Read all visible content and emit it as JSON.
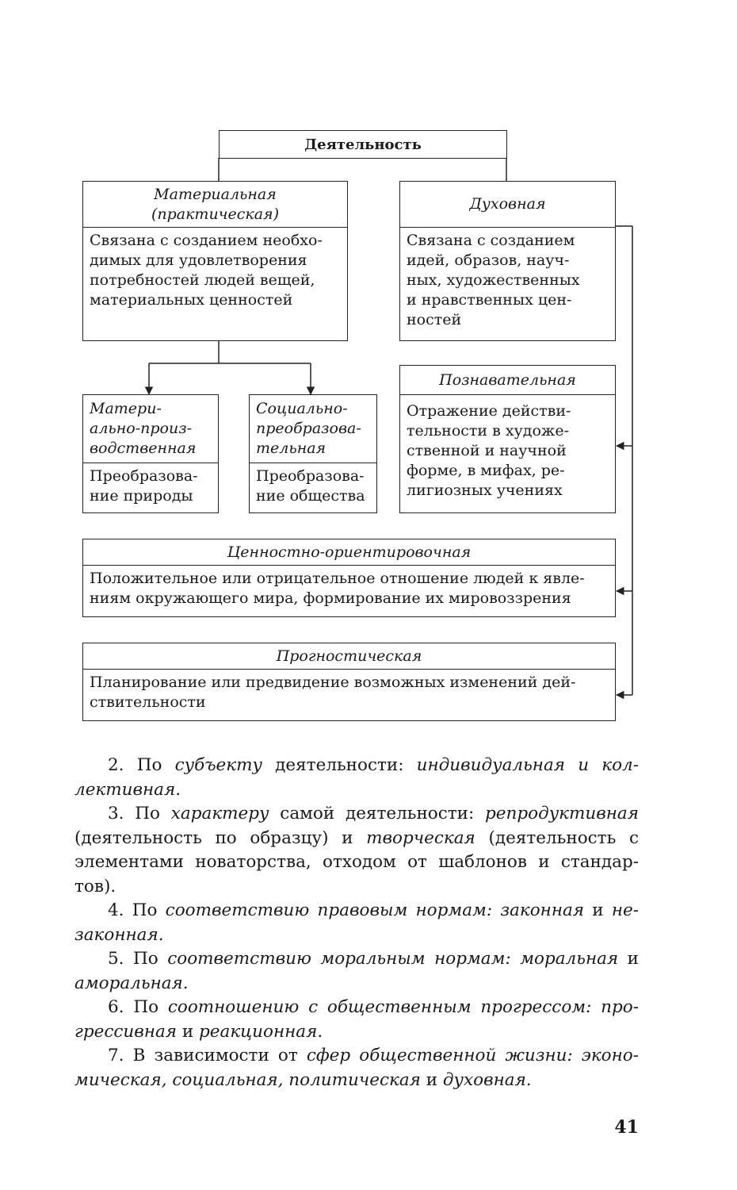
{
  "diagram": {
    "title": "Деятельность",
    "material": {
      "header": "Материальная\n(практическая)",
      "body": "Связана с созданием необхо-\nдимых для удовлетворения\nпотребностей людей вещей,\nматериальных ценностей"
    },
    "spiritual": {
      "header": "Духовная",
      "body": "Связана с созданием\nидей, образов, науч-\nных, художественных\nи нравственных цен-\nностей"
    },
    "material_production": {
      "header": "Матери-\nально-произ-\nводственная",
      "body": "Преобразова-\nние природы"
    },
    "social_transform": {
      "header": "Социально-\nпреобразова-\nтельная",
      "body": "Преобразова-\nние общества"
    },
    "cognitive": {
      "header": "Познавательная",
      "body": "Отражение действи-\nтельности в художе-\nственной и научной\nформе, в мифах, ре-\nлигиозных учениях"
    },
    "value_oriented": {
      "header": "Ценностно-ориентировочная",
      "body": "Положительное или отрицательное отношение людей к явле-\nниям окружающего мира, формирование их мировоззрения"
    },
    "prognostic": {
      "header": "Прогностическая",
      "body": "Планирование или предвидение возможных изменений дей-\nствительности"
    }
  },
  "paragraphs": [
    {
      "number": "2.",
      "parts": [
        {
          "t": " По ",
          "i": false
        },
        {
          "t": "субъекту",
          "i": true
        },
        {
          "t": " деятельности: ",
          "i": false
        },
        {
          "t": "индивидуальная и кол-лективная.",
          "i": true
        }
      ]
    },
    {
      "number": "3.",
      "parts": [
        {
          "t": " По ",
          "i": false
        },
        {
          "t": "характеру",
          "i": true
        },
        {
          "t": " самой деятельности: ",
          "i": false
        },
        {
          "t": "репродуктивная",
          "i": true
        },
        {
          "t": " (деятельность по образцу) и ",
          "i": false
        },
        {
          "t": "творческая",
          "i": true
        },
        {
          "t": " (деятельность с элементами новаторства, отходом от шаблонов и стандар-тов).",
          "i": false
        }
      ]
    },
    {
      "number": "4.",
      "parts": [
        {
          "t": " По ",
          "i": false
        },
        {
          "t": "соответствию правовым нормам: законная",
          "i": true
        },
        {
          "t": " и ",
          "i": false
        },
        {
          "t": "не-законная.",
          "i": true
        }
      ]
    },
    {
      "number": "5.",
      "parts": [
        {
          "t": " По ",
          "i": false
        },
        {
          "t": "соответствию моральным нормам: моральная",
          "i": true
        },
        {
          "t": " и ",
          "i": false
        },
        {
          "t": "аморальная.",
          "i": true
        }
      ]
    },
    {
      "number": "6.",
      "parts": [
        {
          "t": " По ",
          "i": false
        },
        {
          "t": "соотношению с общественным прогрессом: про-грессивная",
          "i": true
        },
        {
          "t": " и ",
          "i": false
        },
        {
          "t": "реакционная.",
          "i": true
        }
      ]
    },
    {
      "number": "7.",
      "parts": [
        {
          "t": " В зависимости от ",
          "i": false
        },
        {
          "t": "сфер общественной жизни: эконо-мическая, социальная, политическая",
          "i": true
        },
        {
          "t": " и ",
          "i": false
        },
        {
          "t": "духовная.",
          "i": true
        }
      ]
    }
  ],
  "page_number": "41"
}
